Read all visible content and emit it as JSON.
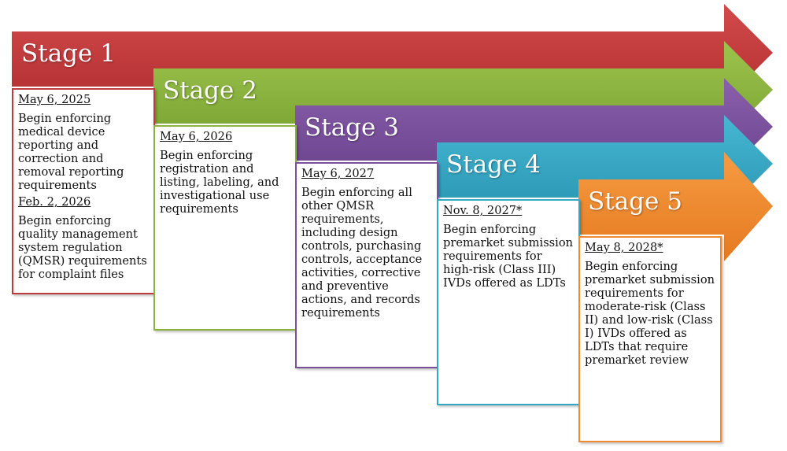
{
  "stages": [
    {
      "title": "Stage 1",
      "color": "#c0393b",
      "entries": [
        {
          "date": "May 6, 2025",
          "text": "Begin enforcing medical device reporting and correction and removal reporting requirements"
        },
        {
          "date": "Feb. 2, 2026",
          "text": "Begin enforcing quality management system regulation (QMSR) requirements for complaint files"
        }
      ]
    },
    {
      "title": "Stage 2",
      "color": "#8bb23e",
      "entries": [
        {
          "date": "May 6, 2026",
          "text": "Begin enforcing registration and listing, labeling, and investigational use requirements"
        }
      ]
    },
    {
      "title": "Stage 3",
      "color": "#7a4f9c",
      "entries": [
        {
          "date": "May 6, 2027",
          "text": "Begin enforcing all other QMSR requirements, including design controls, purchasing controls, acceptance activities, corrective and preventive actions, and records requirements"
        }
      ]
    },
    {
      "title": "Stage 4",
      "color": "#35a7c4",
      "entries": [
        {
          "date": "Nov. 8, 2027*",
          "text": "Begin enforcing premarket submission requirements for high-risk (Class III) IVDs offered as LDTs"
        }
      ]
    },
    {
      "title": "Stage 5",
      "color": "#ef8a2e",
      "entries": [
        {
          "date": "May 8, 2028*",
          "text": "Begin enforcing premarket submission requirements for moderate-risk (Class II) and low-risk (Class I) IVDs offered as LDTs that require premarket review"
        }
      ]
    }
  ]
}
